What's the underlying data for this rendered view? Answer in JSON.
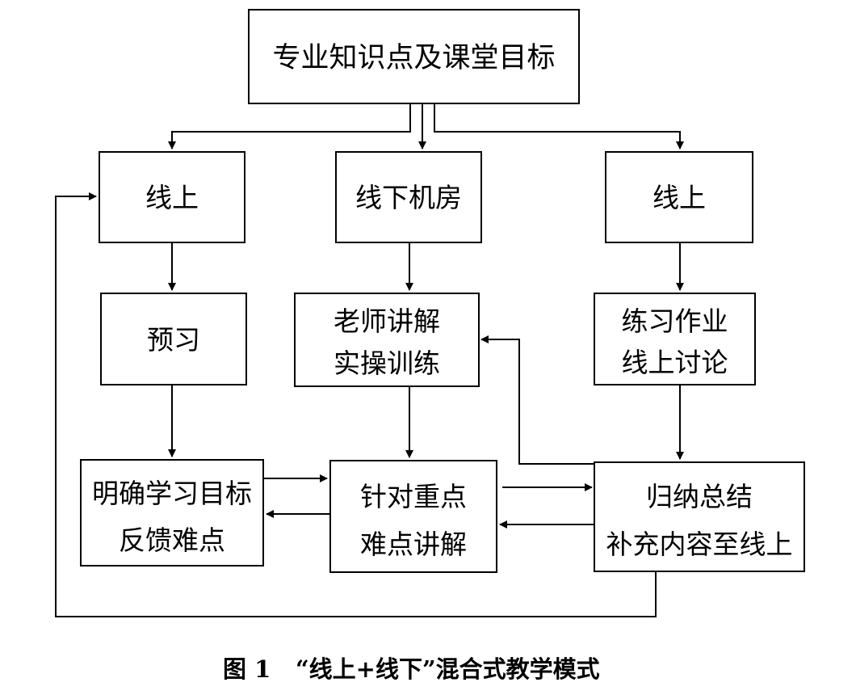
{
  "diagram": {
    "nodes": {
      "top": {
        "lines": [
          "专业知识点及课堂目标"
        ]
      },
      "online_left": {
        "lines": [
          "线上"
        ]
      },
      "offline_lab": {
        "lines": [
          "线下机房"
        ]
      },
      "online_right": {
        "lines": [
          "线上"
        ]
      },
      "preview": {
        "lines": [
          "预习"
        ]
      },
      "teacher": {
        "lines": [
          "老师讲解",
          "实操训练"
        ]
      },
      "practice": {
        "lines": [
          "练习作业",
          "线上讨论"
        ]
      },
      "goals": {
        "lines": [
          "明确学习目标",
          "反馈难点"
        ]
      },
      "focus": {
        "lines": [
          "针对重点",
          "难点讲解"
        ]
      },
      "summary": {
        "lines": [
          "归纳总结",
          "补充内容至线上"
        ]
      }
    },
    "edges": [
      {
        "from": "top",
        "to": "online_left"
      },
      {
        "from": "top",
        "to": "offline_lab"
      },
      {
        "from": "top",
        "to": "online_right"
      },
      {
        "from": "online_left",
        "to": "preview"
      },
      {
        "from": "offline_lab",
        "to": "teacher"
      },
      {
        "from": "online_right",
        "to": "practice"
      },
      {
        "from": "preview",
        "to": "goals"
      },
      {
        "from": "teacher",
        "to": "focus"
      },
      {
        "from": "practice",
        "to": "summary"
      },
      {
        "from": "goals",
        "to": "focus"
      },
      {
        "from": "focus",
        "to": "goals"
      },
      {
        "from": "focus",
        "to": "summary"
      },
      {
        "from": "summary",
        "to": "focus"
      },
      {
        "from": "summary",
        "to": "teacher"
      },
      {
        "from": "summary",
        "to": "online_left"
      }
    ]
  },
  "caption": {
    "figure_no": "图 1",
    "title": "“线上+线下”混合式教学模式"
  }
}
